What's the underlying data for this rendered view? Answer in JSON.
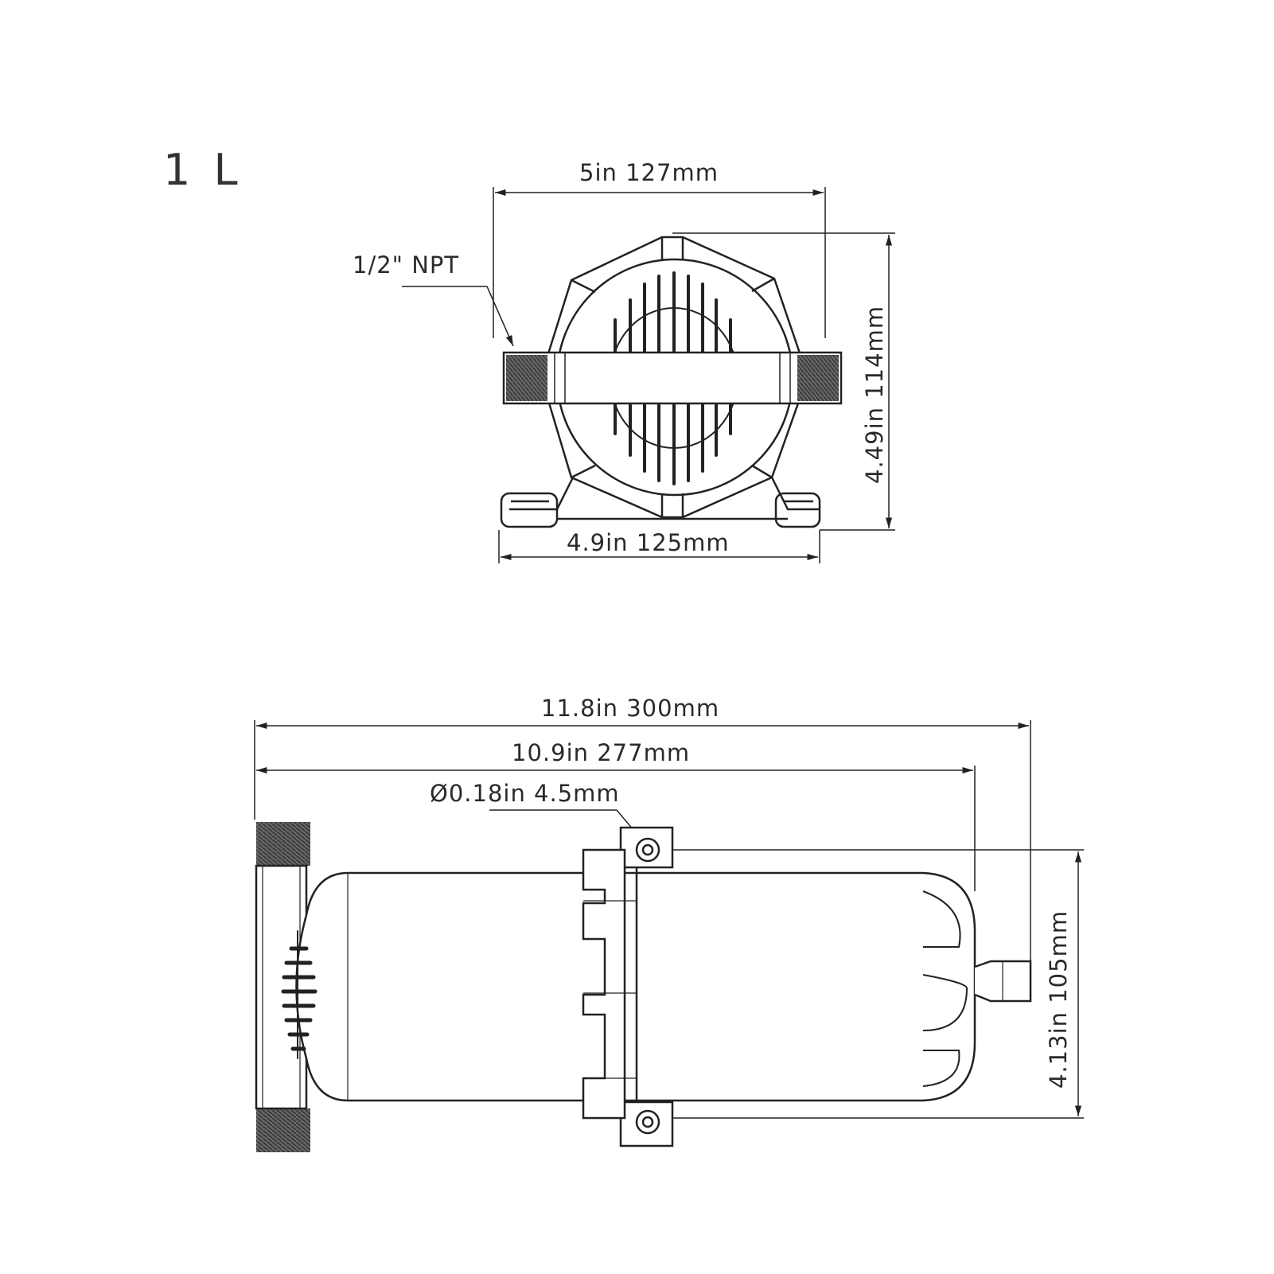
{
  "model_label": "1 L",
  "front_view": {
    "width_top": "5in 127mm",
    "height": "4.49in 114mm",
    "width_base": "4.9in 125mm",
    "port_label": "1/2\" NPT"
  },
  "side_view": {
    "overall_length": "11.8in 300mm",
    "body_length": "10.9in 277mm",
    "hole_diameter": "Ø0.18in 4.5mm",
    "height": "4.13in 105mm"
  },
  "colors": {
    "line": "#222222",
    "thread": "#555555",
    "background": "#ffffff"
  }
}
